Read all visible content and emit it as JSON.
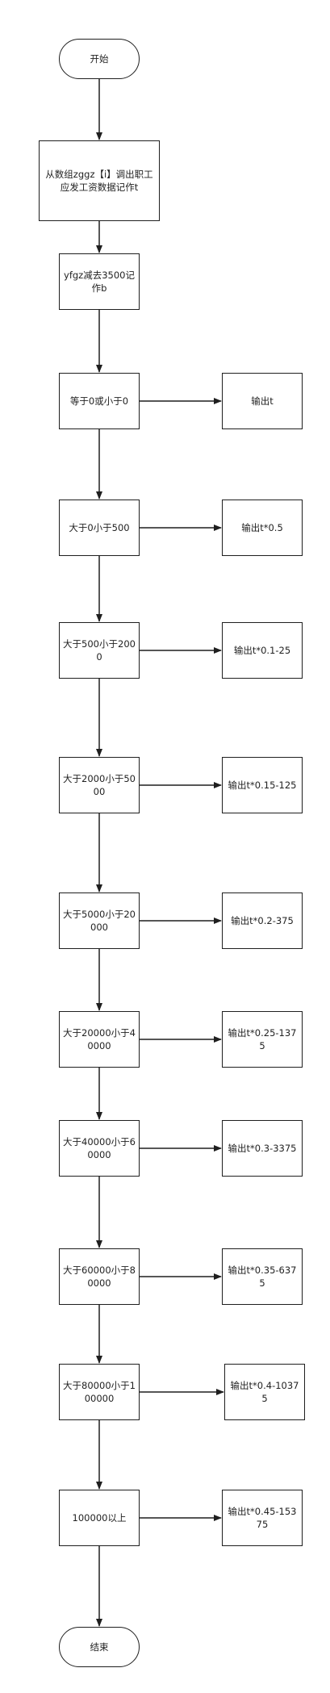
{
  "flowchart": {
    "start": "开始",
    "fetch": "从数组zggz【i】调出职工应发工资数据记作t",
    "subtract": "yfgz减去3500记作b",
    "conditions": [
      {
        "condition": "等于0或小于0",
        "output": "输出t"
      },
      {
        "condition": "大于0小于500",
        "output": "输出t*0.5"
      },
      {
        "condition": "大于500小于2000",
        "output": "输出t*0.1-25"
      },
      {
        "condition": "大于2000小于5000",
        "output": "输出t*0.15-125"
      },
      {
        "condition": "大于5000小于20000",
        "output": "输出t*0.2-375"
      },
      {
        "condition": "大于20000小于40000",
        "output": "输出t*0.25-1375"
      },
      {
        "condition": "大于40000小于60000",
        "output": "输出t*0.3-3375"
      },
      {
        "condition": "大于60000小于80000",
        "output": "输出t*0.35-6375"
      },
      {
        "condition": "大于80000小于100000",
        "output": "输出t*0.4-10375"
      },
      {
        "condition": "100000以上",
        "output": "输出t*0.45-15375"
      }
    ],
    "end": "结束"
  }
}
